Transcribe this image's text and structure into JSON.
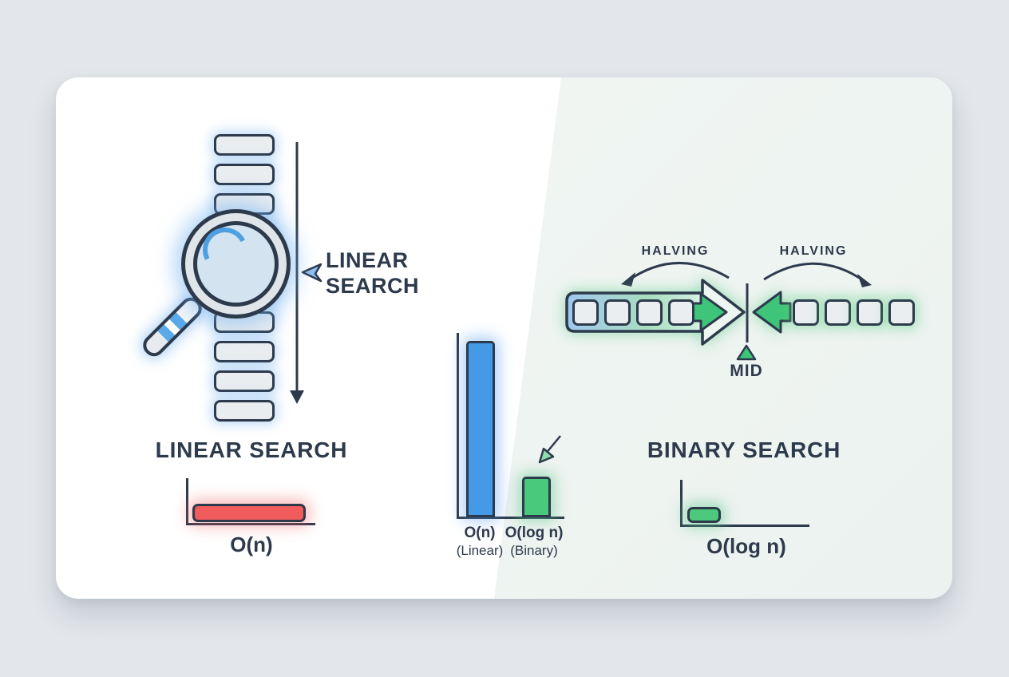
{
  "colors": {
    "page_background": "#e3e6ea",
    "card_left": "#ffffff",
    "card_right": "#eef3f0",
    "outline_navy": "#2d3a4c",
    "blue": "#459ae7",
    "blue_highlight": "#5cabe9",
    "green": "#49c97b",
    "red": "#f15b5b"
  },
  "linear_section": {
    "pointer_label_line1": "LINEAR",
    "pointer_label_line2": "SEARCH",
    "title": "LINEAR SEARCH",
    "complexity_label": "O(n)",
    "list_count": 10,
    "highlight_index": 4
  },
  "comparison_chart": {
    "cat1_big": "O(n)",
    "cat1_small": "(Linear)",
    "cat2_big": "O(log n)",
    "cat2_small": "(Binary)"
  },
  "binary_section": {
    "halving_left": "HALVING",
    "halving_right": "HALVING",
    "mid_label": "MID",
    "title": "BINARY SEARCH",
    "complexity_label": "O(log n)",
    "left_cells": 4,
    "right_cells": 4
  },
  "chart_data": [
    {
      "type": "bar",
      "title": "LINEAR SEARCH",
      "orientation": "horizontal",
      "categories": [
        "O(n)"
      ],
      "values": [
        0.9
      ],
      "color": "#f15b5b",
      "note": "long red bar = linear time"
    },
    {
      "type": "bar",
      "categories": [
        "O(n)",
        "O(log n)"
      ],
      "series": [
        {
          "name": "(Linear)",
          "values": [
            100
          ]
        },
        {
          "name": "(Binary)",
          "values": [
            23
          ]
        }
      ],
      "values": [
        100,
        23
      ],
      "colors": [
        "#459ae7",
        "#49c97b"
      ],
      "ylim": [
        0,
        100
      ],
      "annotation": "arrow points to O(log n) bar"
    },
    {
      "type": "bar",
      "title": "BINARY SEARCH",
      "orientation": "horizontal",
      "categories": [
        "O(log n)"
      ],
      "values": [
        0.26
      ],
      "color": "#49c97b",
      "note": "short green bar = logarithmic time"
    }
  ]
}
